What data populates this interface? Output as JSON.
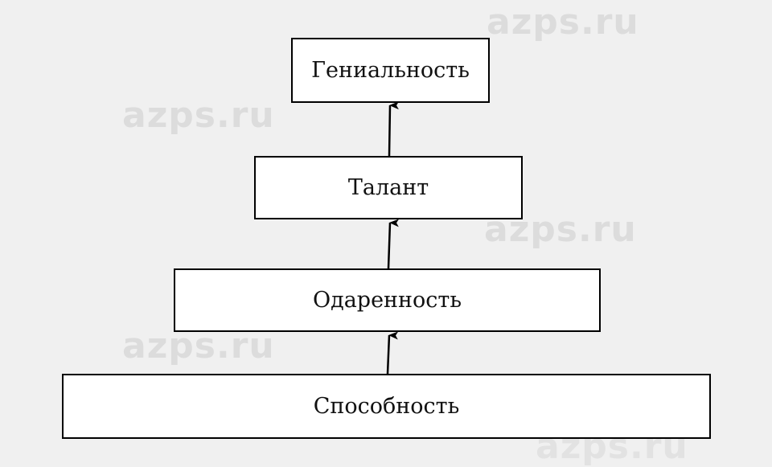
{
  "watermark": {
    "text": "azps.ru"
  },
  "diagram": {
    "levels": [
      {
        "label": "Гениальность"
      },
      {
        "label": "Талант"
      },
      {
        "label": "Одаренность"
      },
      {
        "label": "Способность"
      }
    ]
  },
  "colors": {
    "background": "#f0f0f0",
    "box_fill": "#ffffff",
    "stroke": "#000000",
    "watermark": "#dcdcdc"
  }
}
